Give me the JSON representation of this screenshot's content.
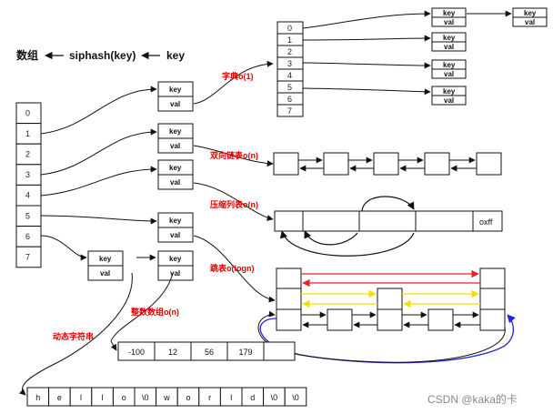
{
  "header": {
    "array_label": "数组",
    "hash_label": "siphash(key)",
    "key_label": "key"
  },
  "main_array": [
    "0",
    "1",
    "2",
    "3",
    "4",
    "5",
    "6",
    "7"
  ],
  "dict_array": [
    "0",
    "1",
    "2",
    "3",
    "4",
    "5",
    "6",
    "7"
  ],
  "entry": {
    "key": "key",
    "val": "val"
  },
  "labels": {
    "dict": "字典o(1)",
    "linked_list": "双向链表o(n)",
    "ziplist": "压缩列表o(n)",
    "skiplist": "跳表o(logn)",
    "intset": "整数数组o(n)",
    "sds": "动态字符串"
  },
  "ziplist_end": "oxff",
  "intset_values": [
    "-100",
    "12",
    "56",
    "179"
  ],
  "sds_chars": [
    "h",
    "e",
    "l",
    "l",
    "o",
    "\\0",
    "w",
    "o",
    "r",
    "l",
    "d",
    "\\0",
    "\\0"
  ],
  "colors": {
    "label_red": "#e00000",
    "skip_red": "#ee2222",
    "skip_yellow": "#f2e000",
    "skip_blue": "#2222dd"
  },
  "watermark": "CSDN @kaka的卡"
}
